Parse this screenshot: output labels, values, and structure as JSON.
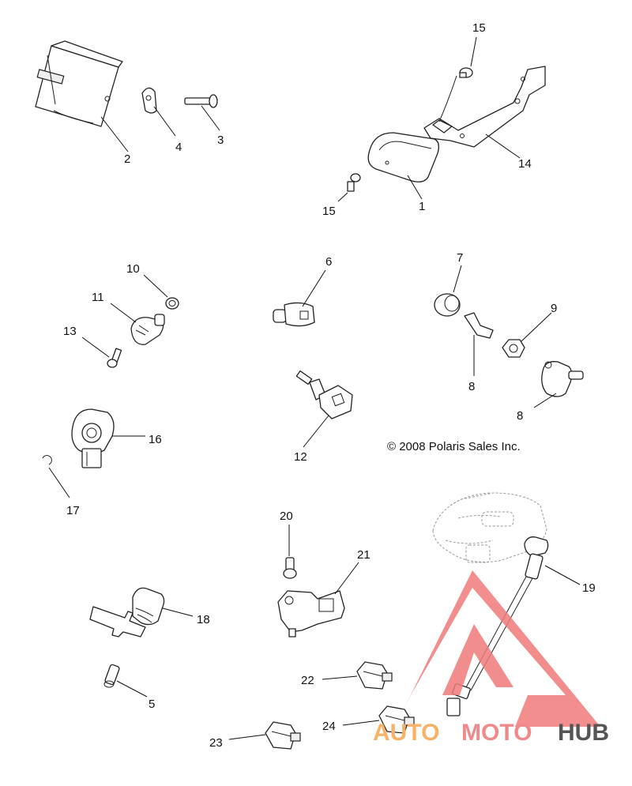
{
  "diagram": {
    "copyright": "© 2008 Polaris Sales Inc.",
    "callouts": {
      "c1": "1",
      "c2": "2",
      "c3": "3",
      "c4": "4",
      "c5": "5",
      "c6": "6",
      "c7": "7",
      "c8a": "8",
      "c8b": "8",
      "c9": "9",
      "c10": "10",
      "c11": "11",
      "c12": "12",
      "c13": "13",
      "c14": "14",
      "c15a": "15",
      "c15b": "15",
      "c16": "16",
      "c17": "17",
      "c18": "18",
      "c19": "19",
      "c20": "20",
      "c21": "21",
      "c22": "22",
      "c23": "23",
      "c24": "24"
    }
  },
  "watermark": {
    "part1": "AUTO",
    "part2": "MOTO",
    "part3": "HUB"
  },
  "colors": {
    "watermark_red": "#f07a7a",
    "watermark_orange": "#f7b267",
    "watermark_grey": "#555555"
  }
}
